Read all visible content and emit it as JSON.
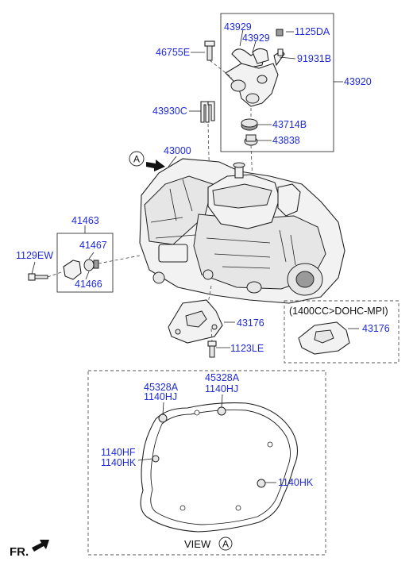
{
  "labels": {
    "p43929a": "43929",
    "p43929b": "43929",
    "p1125DA": "1125DA",
    "p46755E": "46755E",
    "p91931B": "91931B",
    "p43920": "43920",
    "p43930C": "43930C",
    "p43714B": "43714B",
    "p43838": "43838",
    "p43000": "43000",
    "p41463": "41463",
    "p41467": "41467",
    "p1129EW": "1129EW",
    "p41466": "41466",
    "p43176a": "43176",
    "p1123LE": "1123LE",
    "p43176b": "43176",
    "p45328Aa": "45328A",
    "p1140HJa": "1140HJ",
    "p45328Ab": "45328A",
    "p1140HJb": "1140HJ",
    "p1140HF": "1140HF",
    "p1140HKa": "1140HK",
    "p1140HKb": "1140HK"
  },
  "callout_letter": "A",
  "view_label": "VIEW",
  "view_letter": "A",
  "variant_note": "(1400CC>DOHC-MPI)",
  "front_marker": "FR.",
  "colors": {
    "part_number": "#1f2bd6",
    "line": "#222222"
  }
}
